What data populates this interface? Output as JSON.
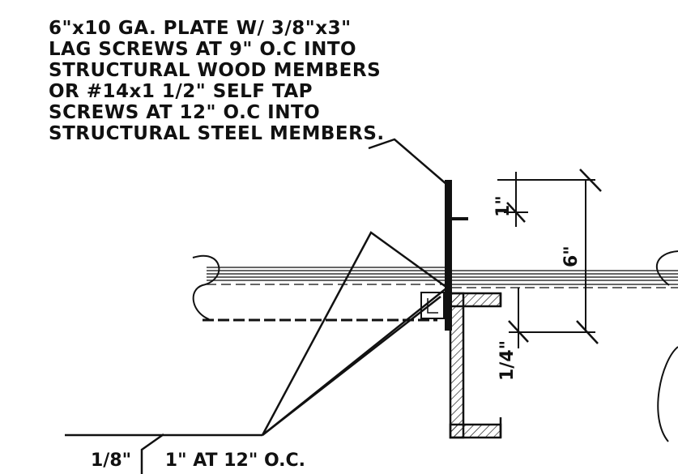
{
  "callout": {
    "lines": [
      "6\"x10 GA. PLATE W/ 3/8\"x3\"",
      "LAG SCREWS AT 9\" O.C INTO",
      "STRUCTURAL WOOD MEMBERS",
      "OR #14x1 1/2\" SELF TAP",
      "SCREWS AT 12\" O.C INTO",
      "STRUCTURAL STEEL MEMBERS."
    ]
  },
  "weld_symbol": {
    "size": "1/8\"",
    "spec": "1\" AT 12\" O.C."
  },
  "dimensions": {
    "top_offset": "1\"",
    "plate_height": "6\"",
    "bottom_offset": "1/4\""
  }
}
